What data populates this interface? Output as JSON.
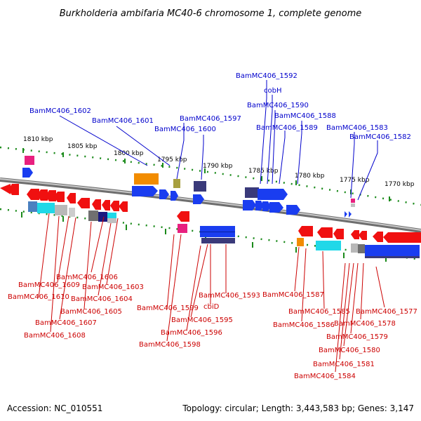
{
  "title": "Burkholderia ambifaria MC40-6 chromosome 1, complete genome",
  "footer": {
    "accession": "Accession: NC_010551",
    "summary": "Topology: circular; Length: 3,443,583 bp; Genes: 3,147"
  },
  "colors": {
    "top_label": "#0000cc",
    "bottom_label": "#cc0000",
    "tick": "#1a8a1a",
    "backbone": "#888888"
  },
  "ticks": [
    "1810 kbp",
    "1805 kbp",
    "1800 kbp",
    "1795 kbp",
    "1790 kbp",
    "1785 kbp",
    "1780 kbp",
    "1775 kbp",
    "1770 kbp"
  ],
  "top_labels": [
    "BamMC406_1592",
    "cobH",
    "BamMC406_1590",
    "BamMC406_1588",
    "BamMC406_1589",
    "BamMC406_1602",
    "BamMC406_1601",
    "BamMC406_1597",
    "BamMC406_1600",
    "BamMC406_1583",
    "BamMC406_1582"
  ],
  "bottom_labels": [
    "BamMC406_1606",
    "BamMC406_1609",
    "BamMC406_1603",
    "BamMC406_1610",
    "BamMC406_1604",
    "BamMC406_1605",
    "BamMC406_1607",
    "BamMC406_1608",
    "BamMC406_1593",
    "cbiD",
    "BamMC406_1599",
    "BamMC406_1595",
    "BamMC406_1596",
    "BamMC406_1598",
    "BamMC406_1587",
    "BamMC406_1585",
    "BamMC406_1586",
    "BamMC406_1577",
    "BamMC406_1578",
    "BamMC406_1579",
    "BamMC406_1580",
    "BamMC406_1581",
    "BamMC406_1584"
  ]
}
